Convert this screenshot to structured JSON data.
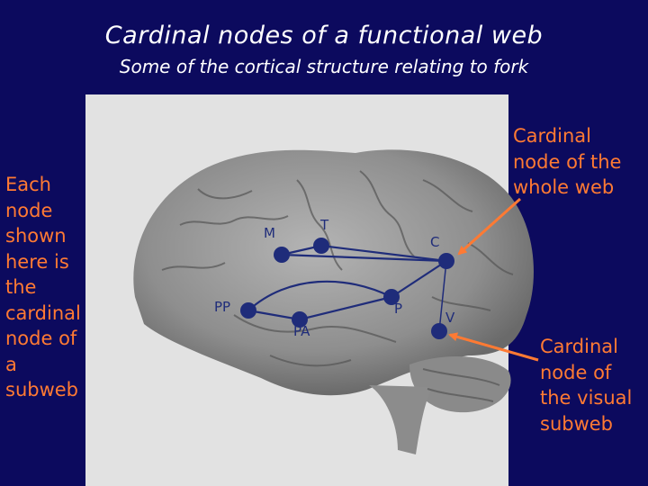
{
  "header": {
    "title": "Cardinal nodes of a functional web",
    "subtitle": "Some of the cortical structure relating to fork"
  },
  "annotations": {
    "left": [
      "Each",
      "node",
      "shown",
      "here is",
      "the",
      "cardinal",
      "node of",
      "a",
      "subweb"
    ],
    "top_right": [
      "Cardinal",
      "node of the",
      "whole web"
    ],
    "bottom_right": [
      "Cardinal",
      "node of",
      "the visual",
      "subweb"
    ]
  },
  "nodes": {
    "m": "M",
    "t": "T",
    "c": "C",
    "pp": "PP",
    "p": "P",
    "pa": "PA",
    "v": "V"
  },
  "colors": {
    "background": "#0c0a5e",
    "annotation": "#ff7a33",
    "node": "#1f2c7a"
  }
}
